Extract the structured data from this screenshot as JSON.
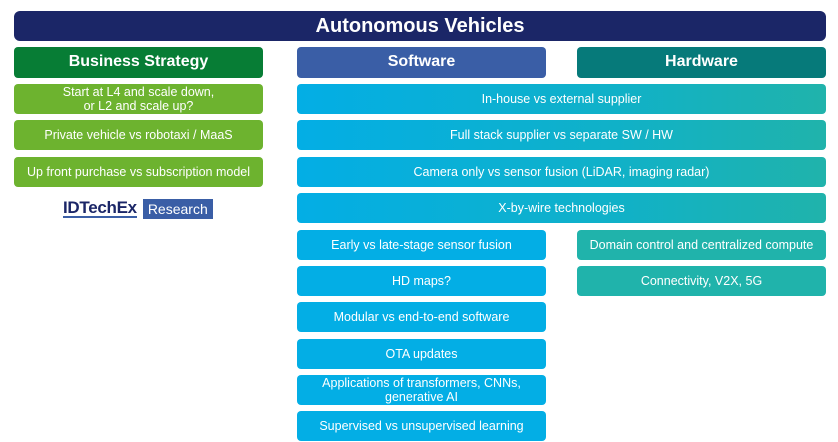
{
  "title": "Autonomous Vehicles",
  "columns": {
    "business": {
      "header": "Business Strategy",
      "items": [
        "Start at L4 and scale down,\nor L2 and scale up?",
        "Private vehicle vs robotaxi / MaaS",
        "Up front purchase vs subscription model"
      ]
    },
    "software": {
      "header": "Software",
      "items": [
        "Early vs late-stage sensor fusion",
        "HD maps?",
        "Modular vs end-to-end software",
        "OTA updates",
        "Applications of transformers, CNNs,\ngenerative AI",
        "Supervised vs unsupervised learning"
      ]
    },
    "hardware": {
      "header": "Hardware",
      "items": [
        "Domain control and centralized compute",
        "Connectivity, V2X, 5G"
      ]
    },
    "shared_sw_hw": {
      "items": [
        "In-house vs external supplier",
        "Full stack supplier vs separate SW / HW",
        "Camera only vs sensor fusion (LiDAR, imaging radar)",
        "X-by-wire technologies"
      ]
    }
  },
  "logo": {
    "main": "IDTechEx",
    "sub": "Research"
  },
  "colors": {
    "title": "#1b2667",
    "business_header": "#077d35",
    "business_item": "#6db32f",
    "software_header": "#3a5ea6",
    "software_item": "#03aee5",
    "hardware_header": "#067a7a",
    "hardware_item": "#20b3ab"
  }
}
